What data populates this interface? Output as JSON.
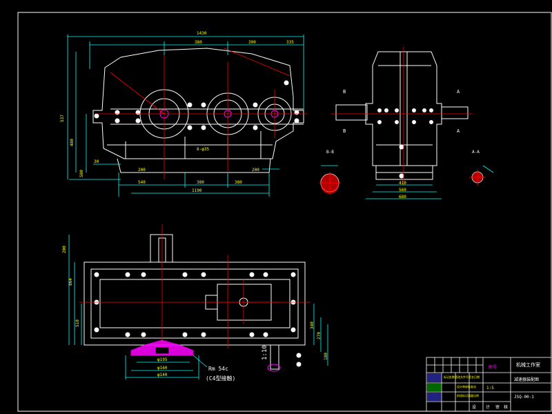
{
  "drawing": {
    "background": "#000000",
    "colors": {
      "outline": "#ffffff",
      "dimension": "#00ffff",
      "centerline": "#ff0000",
      "yellow": "#ffff00",
      "magenta": "#ff00ff",
      "blue": "#4444ff",
      "green": "#00ff00"
    },
    "front_view": {
      "dims_top": [
        "1430",
        "380",
        "390",
        "335"
      ],
      "dims_bottom": [
        "540",
        "380",
        "380"
      ],
      "dim_bottom_total": "1190",
      "dims_left": [
        "537",
        "480",
        "580",
        "30"
      ],
      "small_labels": [
        "8-φ35",
        "200",
        "200"
      ]
    },
    "side_view": {
      "section_left_top": "B",
      "section_left_bottom": "B",
      "section_right_top": "A",
      "section_right_bottom": "A",
      "dims_bottom": [
        "410",
        "560",
        "680"
      ]
    },
    "sections": {
      "bb_label": "B-B",
      "aa_label": "A-A"
    },
    "plan_view": {
      "dims_left": [
        "200",
        "864",
        "510"
      ],
      "dims_right": [
        "340",
        "270",
        "180"
      ],
      "detail_dims": [
        "φ195",
        "φ160",
        "φ140"
      ],
      "taper_label": "1:10",
      "note_line1": "Rm 54c",
      "note_line2": "(C4型接触)"
    },
    "title_block": {
      "title": "减速器装配图",
      "school": "机械工作室",
      "drawing_no": "JSQ-00-1",
      "row_label": "图号",
      "bottom_labels": [
        "设",
        "计",
        "审",
        "核"
      ],
      "left_cells": [
        "标记处数更改文件号签名日期",
        "设计审核标准化",
        "阶段标记重量比例"
      ],
      "scale": "1:5"
    }
  }
}
